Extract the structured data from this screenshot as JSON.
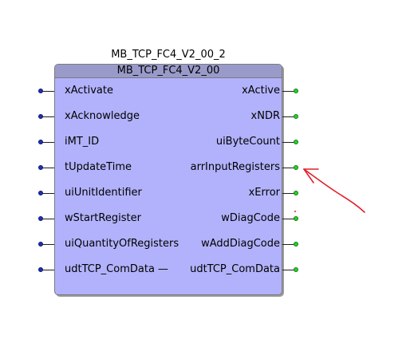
{
  "block": {
    "instance_name": "MB_TCP_FC4_V2_00_2",
    "type_name": "MB_TCP_FC4_V2_00"
  },
  "inputs": [
    "xActivate",
    "xAcknowledge",
    "iMT_ID",
    "tUpdateTime",
    "uiUnitIdentifier",
    "wStartRegister",
    "uiQuantityOfRegisters",
    "udtTCP_ComData —"
  ],
  "outputs": [
    "xActive",
    "xNDR",
    "uiByteCount",
    "arrInputRegisters",
    "xError",
    "wDiagCode",
    "wAddDiagCode",
    "udtTCP_ComData"
  ],
  "colors": {
    "block_fill": "#b2b2fc",
    "input_pin": "#1f2fb8",
    "output_pin": "#26d026",
    "annotation": "#e0202a"
  },
  "annotation": {
    "icon": "red-arrow-icon",
    "points_to": "arrInputRegisters"
  }
}
